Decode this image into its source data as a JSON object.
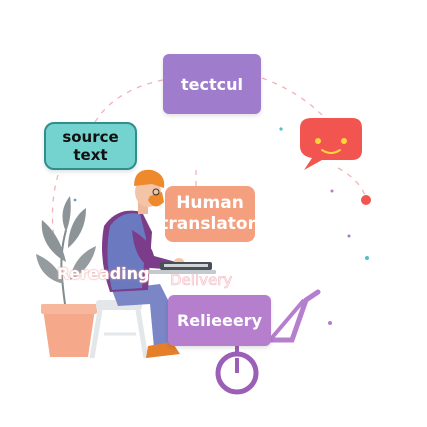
{
  "diagram": {
    "top_box": {
      "label": "tectcul",
      "color": "#a07ccc"
    },
    "source_box": {
      "label": "source text",
      "color": "#74d2cf"
    },
    "human_box": {
      "line1": "Human",
      "line2": "translaton",
      "color": "#f4a07e"
    },
    "relief_box": {
      "label": "Relieeery",
      "color": "#b57fce"
    },
    "faded_labels": {
      "reading": "Rereading",
      "delivery": "Delivery"
    },
    "speech_bubble": {
      "icon": "smiley-speech-bubble-icon",
      "color": "#f2554f"
    },
    "figure": {
      "icon": "person-typing-on-laptop-icon"
    },
    "plant": {
      "icon": "potted-plant-icon",
      "pot_color": "#f5a98a"
    },
    "cart": {
      "icon": "cart-wheel-icon",
      "color": "#b57fce"
    }
  }
}
